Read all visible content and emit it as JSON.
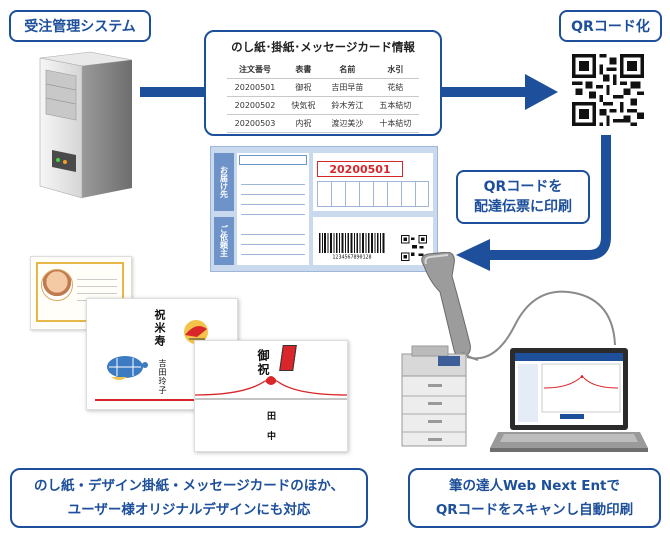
{
  "labels": {
    "system": "受注管理システム",
    "qr": "QRコード化",
    "print_line1": "QRコードを",
    "print_line2": "配達伝票に印刷",
    "bottom_left_line1": "のし紙・デザイン掛紙・メッセージカードのほか、",
    "bottom_left_line2": "ユーザー様オリジナルデザインにも対応",
    "bottom_right_line1": "筆の達人Web Next Entで",
    "bottom_right_line2": "QRコードをスキャンし自動印刷"
  },
  "info_card": {
    "title": "のし紙･掛紙･メッセージカード情報",
    "headers": [
      "注文番号",
      "表書",
      "名前",
      "水引"
    ],
    "rows": [
      [
        "20200501",
        "御祝",
        "吉田早苗",
        "花結"
      ],
      [
        "20200502",
        "快気祝",
        "鈴木芳江",
        "五本結切"
      ],
      [
        "20200503",
        "内祝",
        "渡辺美沙",
        "十本結切"
      ]
    ]
  },
  "slip": {
    "order_number": "20200501",
    "dest_label": "お届け先",
    "sender_label": "ご依頼主",
    "barcode_digits": "1234567890128"
  },
  "noshi": {
    "card2_title": "祝米寿",
    "card2_name": "吉田玲子",
    "card3_title": "御祝",
    "card3_line2": "田",
    "card3_line3": "中"
  },
  "colors": {
    "primary": "#1d4f9a",
    "slip_blue": "#c9d9ee",
    "slip_red": "#d8262a"
  }
}
